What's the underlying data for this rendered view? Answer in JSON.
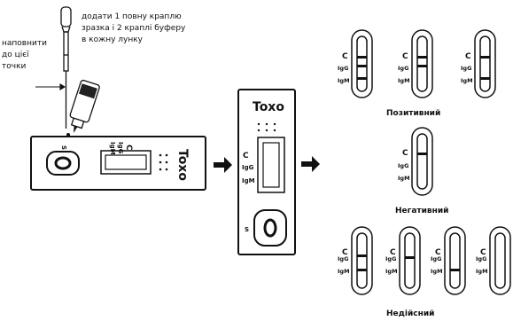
{
  "instructions": {
    "fill_line1": "наповнити",
    "fill_line2": "до цієї",
    "fill_line3": "точки",
    "add_line1": "додати 1 повну краплю",
    "add_line2": "зразка і 2 краплі буферу",
    "add_line3": "в кожну лунку"
  },
  "cassette": {
    "brand": "Toxo",
    "sample_mark": "S",
    "line_c": "C",
    "line_igg": "IgG",
    "line_igm": "IgM"
  },
  "results": {
    "positive_label": "Позитивний",
    "negative_label": "Негативний",
    "invalid_label": "Недійсний",
    "c_label": "C",
    "igg_label": "IgG",
    "igm_label": "IgM"
  },
  "colors": {
    "ink": "#111111",
    "background": "#ffffff"
  }
}
